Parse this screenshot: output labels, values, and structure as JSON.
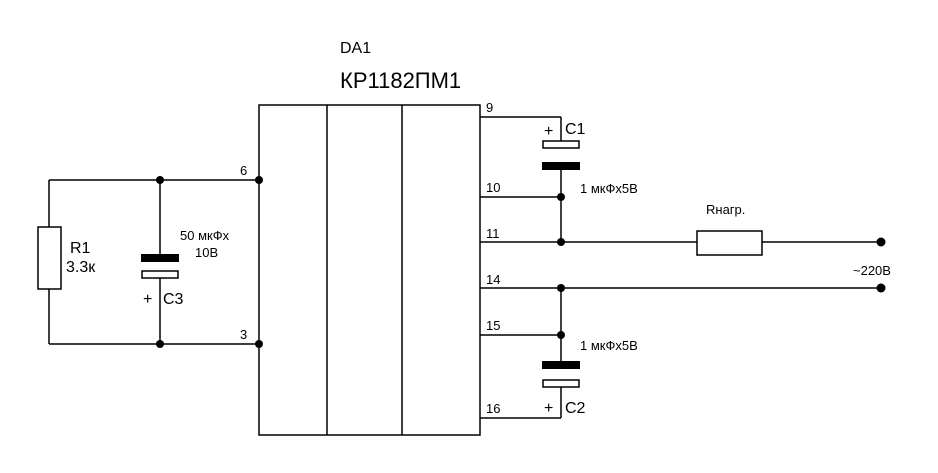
{
  "chip": {
    "designator": "DA1",
    "part": "КР1182ПМ1",
    "pins": {
      "p9": "9",
      "p10": "10",
      "p11": "11",
      "p14": "14",
      "p15": "15",
      "p16": "16",
      "p6": "6",
      "p3": "3"
    }
  },
  "components": {
    "r1": {
      "name": "R1",
      "value": "3.3к"
    },
    "c3": {
      "name": "C3",
      "value_line1": "50 мкФх",
      "value_line2": "10В",
      "polarity": "+"
    },
    "c1": {
      "name": "C1",
      "value": "1 мкФх5В",
      "polarity": "+"
    },
    "c2": {
      "name": "C2",
      "value": "1 мкФх5В",
      "polarity": "+"
    },
    "rload": {
      "name": "Rнагр."
    }
  },
  "supply": {
    "label": "~220В"
  }
}
